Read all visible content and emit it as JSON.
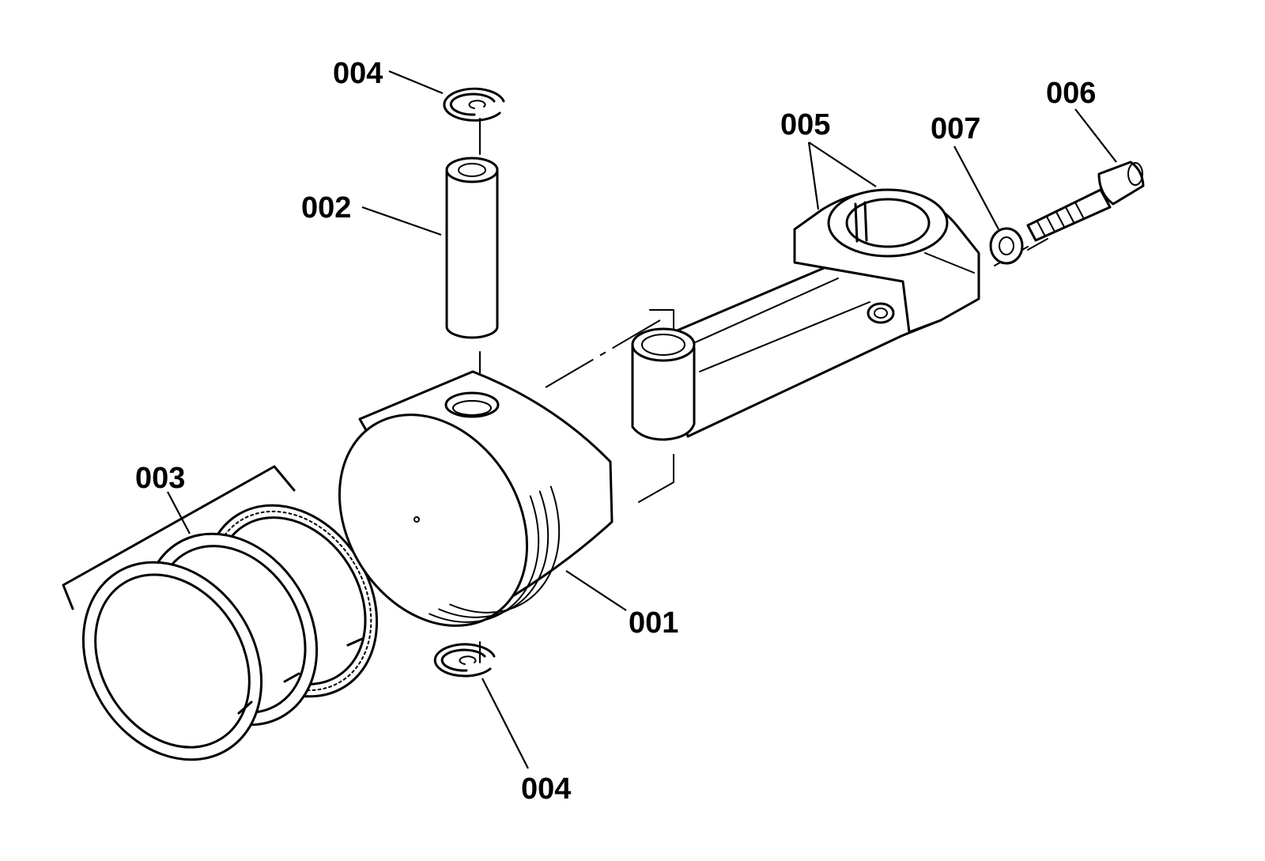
{
  "callouts": {
    "piston": "001",
    "piston_pin": "002",
    "piston_ring_set": "003",
    "circlip_top": "004",
    "circlip_bottom": "004",
    "connecting_rod": "005",
    "bolt": "006",
    "washer": "007"
  },
  "colors": {
    "line": "#000000",
    "background": "#ffffff"
  }
}
